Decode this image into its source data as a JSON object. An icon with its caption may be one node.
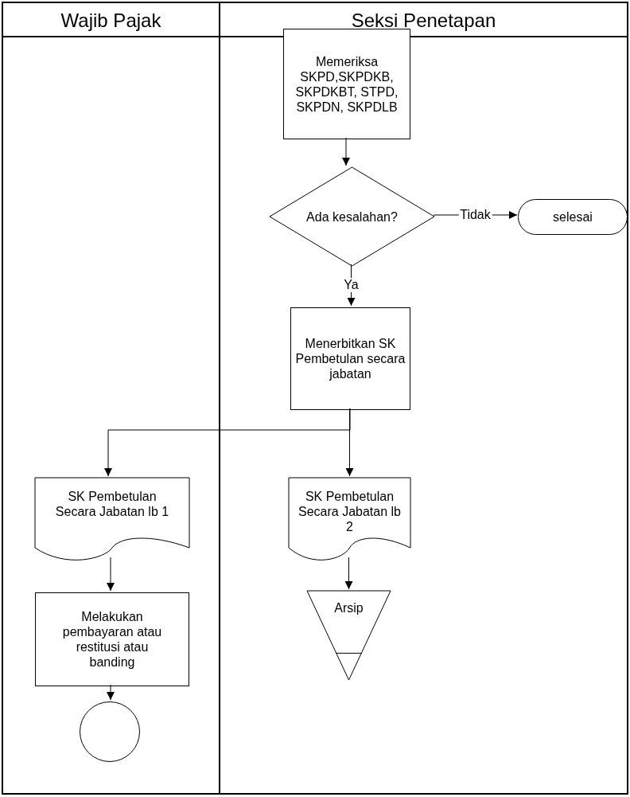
{
  "diagram": {
    "nodes": [
      {
        "text": [
          "Wajib Pajak"
        ]
      },
      {
        "text": [
          "Seksi Penetapan"
        ]
      },
      {
        "text": [
          "Memeriksa SKPD,SKPDKB, SKPDKBT, STPD, SKPDN, SKPDLB"
        ],
        "in": 1
      },
      {
        "text": [
          "Ada kesalahan?"
        ],
        "in": 1
      },
      {
        "text": [
          "selesai"
        ],
        "in": 1
      },
      {
        "text": [
          "Menerbitkan SK Pembetulan secara jabatan"
        ],
        "in": 1
      },
      {
        "text": [
          "SK Pembetulan Secara Jabatan lb 1"
        ],
        "in": 0
      },
      {
        "text": [
          "SK Pembetulan Secara Jabatan lb 2"
        ],
        "in": 1
      },
      {
        "text": [
          "Melakukan pembayaran atau restitusi atau banding"
        ],
        "in": 0
      },
      {
        "text": [],
        "shape": "circle",
        "in": 0
      },
      {
        "text": [
          "Arsip"
        ],
        "in": 1
      }
    ],
    "edges": [
      {
        "from": 2,
        "to": 3,
        "arrow": "to"
      },
      {
        "from": 3,
        "to": 4,
        "arrow": "to",
        "label": "Tidak"
      },
      {
        "from": 3,
        "to": 5,
        "arrow": "to",
        "label": "Ya"
      },
      {
        "from": 5,
        "to": 6,
        "arrow": "to"
      },
      {
        "from": 5,
        "to": 7,
        "arrow": "to"
      },
      {
        "from": 6,
        "to": 8,
        "arrow": "to"
      },
      {
        "from": 8,
        "to": 9,
        "arrow": "to"
      },
      {
        "from": 7,
        "to": 10,
        "arrow": "to"
      }
    ]
  }
}
